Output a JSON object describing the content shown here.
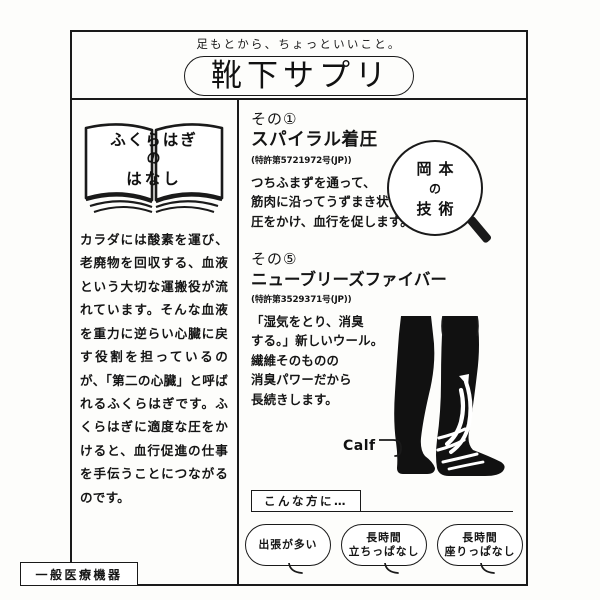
{
  "header": {
    "tagline": "足もとから、ちょっといいこと。",
    "brand": "靴下サプリ"
  },
  "left_column": {
    "book_title_line1": "ふくらはぎ",
    "book_title_line2": "の",
    "book_title_line3": "はなし",
    "body": "カラダには酸素を運び、老廃物を回収する、血液という大切な運搬役が流れています。そんな血液を重力に逆らい心臓に戻す役割を担っているのが、「第二の心臓」と呼ばれるふくらはぎです。ふくらはぎに適度な圧をかけると、血行促進の仕事を手伝うことにつながるのです。",
    "medical_badge": "一般医療機器"
  },
  "right_column": {
    "features": [
      {
        "number": "その①",
        "title": "スパイラル着圧",
        "patent": "(特許第5721972号(JP))",
        "desc_lines": [
          "つちふまずを通って、",
          "筋肉に沿ってうずまき状に",
          "圧をかけ、血行を促します。"
        ]
      },
      {
        "number": "その⑤",
        "title": "ニューブリーズファイバー",
        "patent": "(特許第3529371号(JP))",
        "desc_lines": [
          "「湿気をとり、消臭",
          "する。」新しいウール。",
          "繊維そのものの",
          "消臭パワーだから",
          "長続きします。"
        ]
      }
    ],
    "magnifier_badge": {
      "line1": "岡本",
      "line2": "の",
      "line3": "技術"
    },
    "calf_label": "Calf",
    "target_heading": "こんな方に…",
    "target_bubbles": [
      {
        "line1": "出張が多い",
        "line2": ""
      },
      {
        "line1": "長時間",
        "line2": "立ちっぱなし"
      },
      {
        "line1": "長時間",
        "line2": "座りっぱなし"
      }
    ]
  },
  "colors": {
    "ink": "#1a1a1a",
    "paper": "#fdfdfb",
    "sock": "#111111"
  }
}
